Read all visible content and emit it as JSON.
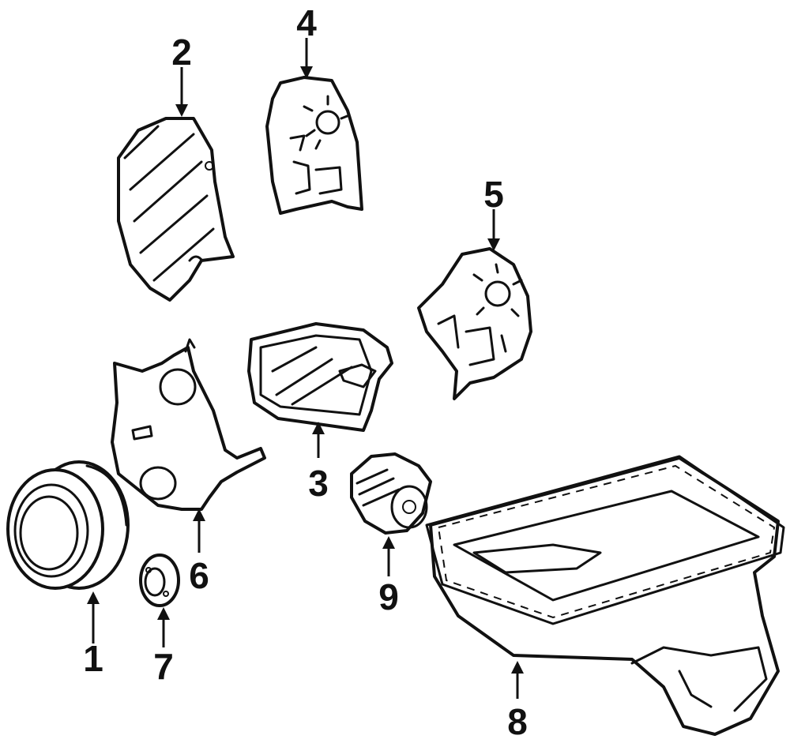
{
  "diagram": {
    "callouts": [
      {
        "id": 1,
        "label": "1",
        "part": "crankshaft-pulley"
      },
      {
        "id": 2,
        "label": "2",
        "part": "upper-timing-cover"
      },
      {
        "id": 3,
        "label": "3",
        "part": "valve-cover"
      },
      {
        "id": 4,
        "label": "4",
        "part": "timing-cover-plate"
      },
      {
        "id": 5,
        "label": "5",
        "part": "rear-timing-cover"
      },
      {
        "id": 6,
        "label": "6",
        "part": "lower-timing-cover"
      },
      {
        "id": 7,
        "label": "7",
        "part": "pulley-hub"
      },
      {
        "id": 8,
        "label": "8",
        "part": "oil-pan"
      },
      {
        "id": 9,
        "label": "9",
        "part": "oil-filter"
      }
    ],
    "colors": {
      "ink": "#111111",
      "paper": "#ffffff"
    }
  }
}
